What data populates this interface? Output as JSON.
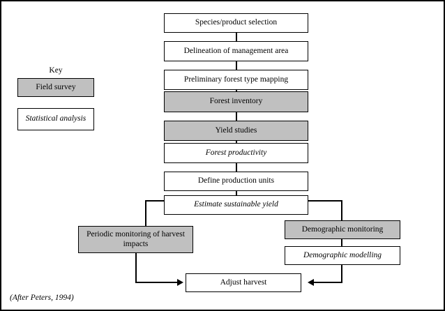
{
  "figure": {
    "caption": "(After Peters, 1994)",
    "colors": {
      "field_survey_fill": "#c0c0c0",
      "statistical_analysis_fill": "#ffffff",
      "stroke": "#000000"
    }
  },
  "key": {
    "title": "Key",
    "items": [
      {
        "label": "Field survey",
        "style": "shaded"
      },
      {
        "label": "Statistical analysis",
        "style": "italic"
      }
    ]
  },
  "flow": {
    "main_column": [
      {
        "label": "Species/product selection",
        "style": "plain"
      },
      {
        "label": "Delineation of management area",
        "style": "plain"
      },
      {
        "label": "Preliminary forest type mapping",
        "style": "plain"
      },
      {
        "label": "Forest inventory",
        "style": "shaded"
      },
      {
        "label": "Yield studies",
        "style": "shaded"
      },
      {
        "label": "Forest productivity",
        "style": "italic"
      },
      {
        "label": "Define production units",
        "style": "plain"
      },
      {
        "label": "Estimate sustainable yield",
        "style": "italic"
      }
    ],
    "left_branch": [
      {
        "label": "Periodic monitoring of harvest impacts",
        "style": "shaded"
      }
    ],
    "right_branch": [
      {
        "label": "Demographic monitoring",
        "style": "shaded"
      },
      {
        "label": "Demographic modelling",
        "style": "italic"
      }
    ],
    "terminal": {
      "label": "Adjust harvest",
      "style": "plain"
    }
  }
}
